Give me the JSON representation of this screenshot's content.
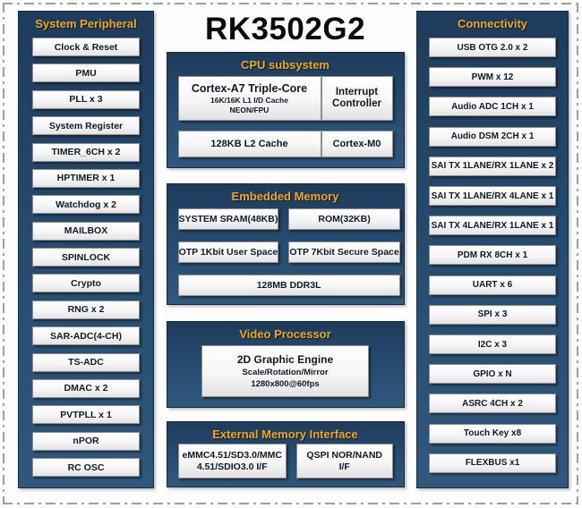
{
  "title": "RK3502G2",
  "colors": {
    "panel_navy": "#254a6d",
    "accent_gold": "#F2A71E",
    "box_background": "#ffffff",
    "box_text": "#0f1a26"
  },
  "system_peripheral": {
    "title": "System Peripheral",
    "items": [
      "Clock & Reset",
      "PMU",
      "PLL x 3",
      "System Register",
      "TIMER_6CH x 2",
      "HPTIMER x 1",
      "Watchdog x 2",
      "MAILBOX",
      "SPINLOCK",
      "Crypto",
      "RNG x 2",
      "SAR-ADC(4-CH)",
      "TS-ADC",
      "DMAC x 2",
      "PVTPLL x 1",
      "nPOR",
      "RC OSC"
    ]
  },
  "connectivity": {
    "title": "Connectivity",
    "items": [
      "USB OTG 2.0 x 2",
      "PWM x 12",
      "Audio ADC 1CH x 1",
      "Audio DSM 2CH x 1",
      "SAI TX 1LANE/RX 1LANE x 2",
      "SAI TX 1LANE/RX 4LANE x 1",
      "SAI TX 4LANE/RX 1LANE x 1",
      "PDM RX 8CH x 1",
      "UART x 6",
      "SPI x 3",
      "I2C x 3",
      "GPIO x N",
      "ASRC 4CH x 2",
      "Touch Key x8",
      "FLEXBUS x1"
    ]
  },
  "cpu_subsystem": {
    "title": "CPU subsystem",
    "cortex_a7": {
      "line1": "Cortex-A7 Triple-Core",
      "line2": "16K/16K L1 I/D Cache",
      "line3": "NEON/FPU"
    },
    "interrupt_controller": "Interrupt Controller",
    "l2_cache": "128KB L2 Cache",
    "cortex_m0": "Cortex-M0"
  },
  "embedded_memory": {
    "title": "Embedded Memory",
    "sram": "SYSTEM SRAM(48KB)",
    "rom": "ROM(32KB)",
    "otp_user": "OTP 1Kbit User Space",
    "otp_secure": "OTP 7Kbit Secure Space",
    "ddr": "128MB DDR3L"
  },
  "video_processor": {
    "title": "Video Processor",
    "engine": {
      "line1": "2D Graphic Engine",
      "line2": "Scale/Rotation/Mirror",
      "line3": "1280x800@60fps"
    }
  },
  "external_memory": {
    "title": "External Memory Interface",
    "emmc": {
      "line1": "eMMC4.51/SD3.0/MMC",
      "line2": "4.51/SDIO3.0 I/F"
    },
    "qspi": "QSPI NOR/NAND I/F"
  }
}
